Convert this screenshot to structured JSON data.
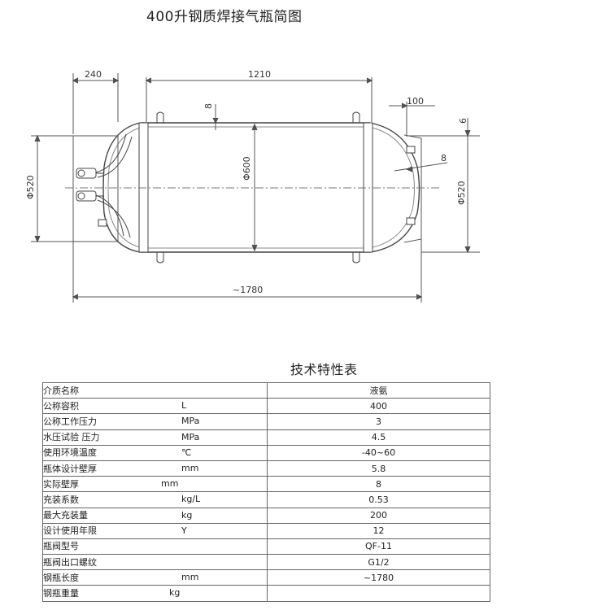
{
  "title": "400升钢质焊接气瓶简图",
  "drawing": {
    "dim_240": "240",
    "dim_1210": "1210",
    "dim_100": "100",
    "dim_8_top": "8",
    "dim_6": "6",
    "dim_8_right": "8",
    "dim_dia520_left": "Φ520",
    "dim_dia600": "Φ600",
    "dim_dia520_right": "Φ520",
    "dim_1780": "~1780"
  },
  "table": {
    "title": "技术特性表",
    "rows": [
      {
        "name": "介质名称",
        "unit": "",
        "value": "液氨"
      },
      {
        "name": "公称容积",
        "unit": "L",
        "value": "400"
      },
      {
        "name": "公称工作压力",
        "unit": "MPa",
        "value": "3"
      },
      {
        "name": "水压试验 压力",
        "unit": "MPa",
        "value": "4.5"
      },
      {
        "name": "使用环境温度",
        "unit": "℃",
        "value": "-40~60"
      },
      {
        "name": "瓶体设计壁厚",
        "unit": "mm",
        "value": "5.8"
      },
      {
        "name": "实际壁厚",
        "unit": "mm",
        "value": "8"
      },
      {
        "name": "充装系数",
        "unit": "kg/L",
        "value": "0.53"
      },
      {
        "name": "最大充装量",
        "unit": "kg",
        "value": "200"
      },
      {
        "name": "设计使用年限",
        "unit": "Y",
        "value": "12"
      },
      {
        "name": "瓶阀型号",
        "unit": "",
        "value": "QF-11"
      },
      {
        "name": "瓶阀出口螺纹",
        "unit": "",
        "value": "G1/2"
      },
      {
        "name": "钢瓶长度",
        "unit": "mm",
        "value": "~1780"
      },
      {
        "name": "钢瓶重量",
        "unit": "kg",
        "value": ""
      }
    ]
  }
}
